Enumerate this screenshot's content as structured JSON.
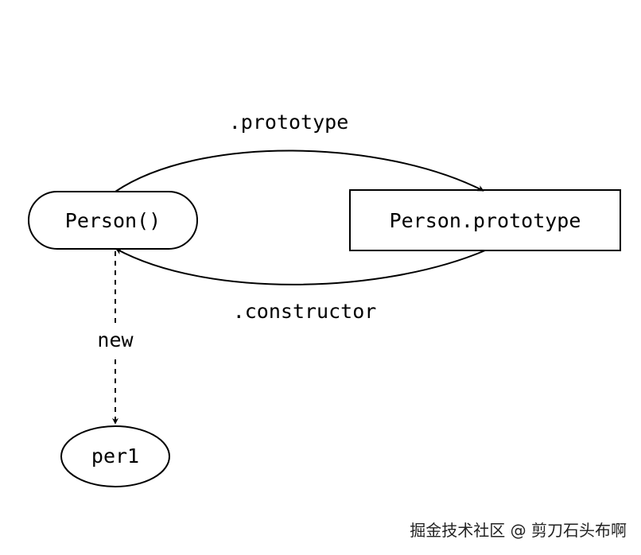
{
  "nodes": {
    "person": "Person()",
    "prototype": "Person.prototype",
    "instance": "per1"
  },
  "edges": {
    "prototype_label": ".prototype",
    "constructor_label": ".constructor",
    "new_label": "new"
  },
  "watermark": "掘金技术社区 @ 剪刀石头布啊",
  "colors": {
    "stroke": "#000000",
    "background": "#ffffff"
  }
}
